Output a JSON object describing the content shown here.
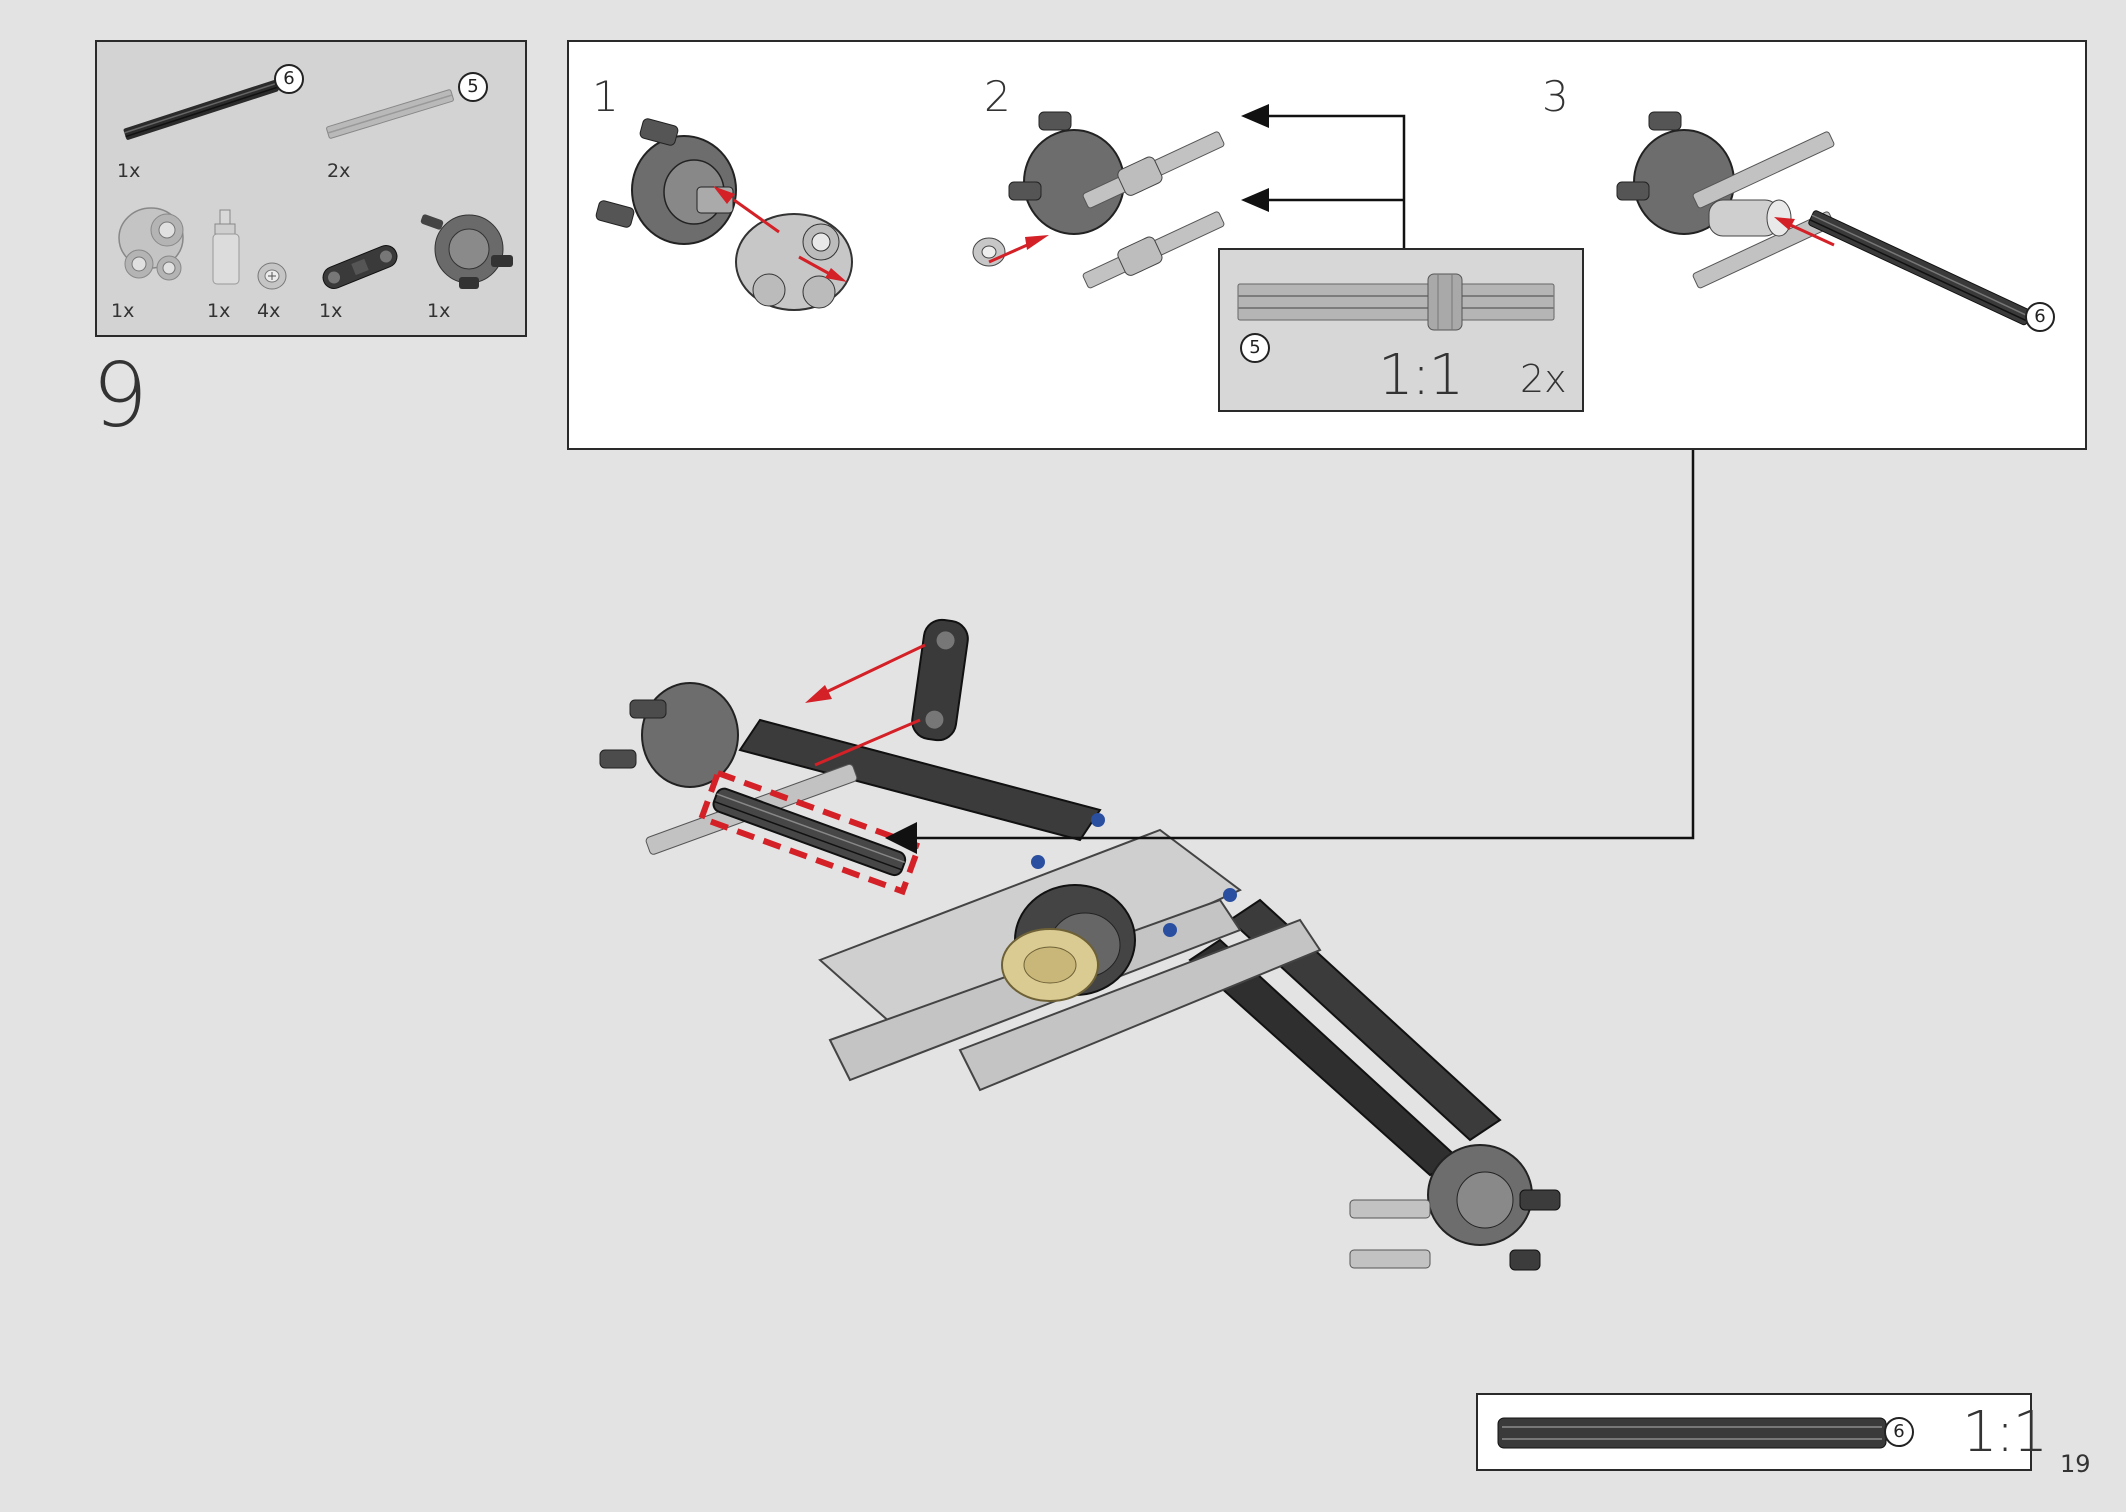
{
  "step": {
    "number": "9"
  },
  "parts_list": {
    "items": [
      {
        "name": "axle-6",
        "label": "6",
        "qty": "1x"
      },
      {
        "name": "axle-5",
        "label": "5",
        "qty": "2x"
      },
      {
        "name": "steering-hub",
        "qty": "1x"
      },
      {
        "name": "ball-joint-pin",
        "qty": "1x"
      },
      {
        "name": "bush",
        "qty": "4x"
      },
      {
        "name": "pin-connector",
        "qty": "1x"
      },
      {
        "name": "hub-assembly",
        "qty": "1x"
      }
    ]
  },
  "substeps": {
    "labels": [
      "1",
      "2",
      "3"
    ],
    "step2_ref": {
      "axle_label": "5",
      "scale": "1:1",
      "qty": "2x"
    },
    "step3_axle_label": "6"
  },
  "scale_bar": {
    "axle_label": "6",
    "scale": "1:1"
  },
  "page": {
    "number": "19"
  },
  "colors": {
    "page_bg": "#e3e3e3",
    "parts_bg": "#d3d3d3",
    "arrow_red": "#d42027",
    "frame": "#2a2a2a"
  }
}
